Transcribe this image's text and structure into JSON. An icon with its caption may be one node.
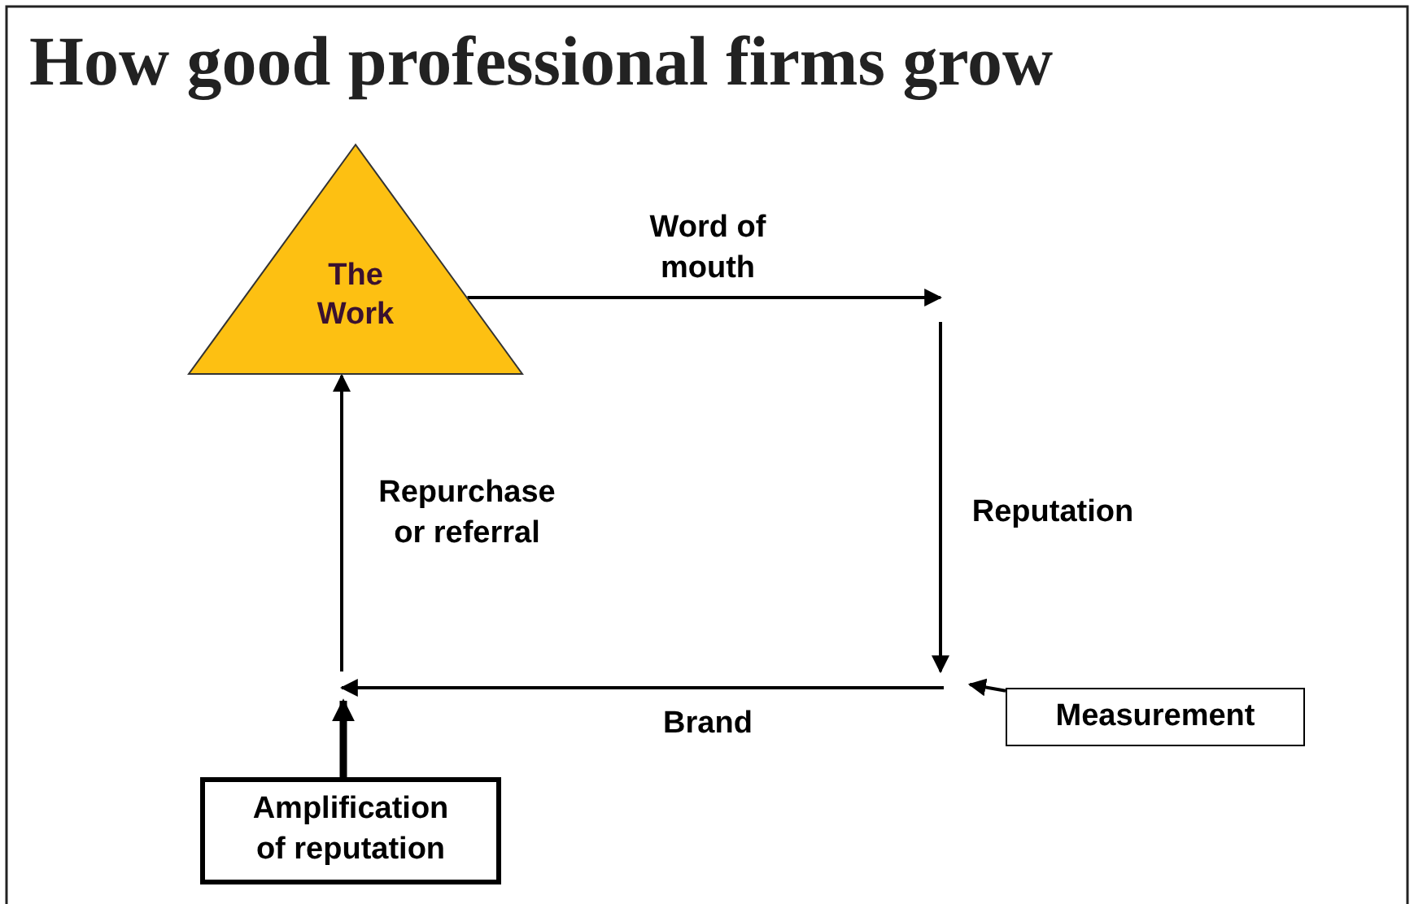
{
  "diagram": {
    "title": "How good professional firms grow",
    "nodes": [
      {
        "text": [
          "The Work"
        ]
      },
      {
        "text": [
          "Measurement"
        ]
      },
      {
        "text": [
          "Amplification of reputation"
        ]
      }
    ],
    "edges": [
      {
        "from": 0,
        "to": null,
        "arrow": "to",
        "label": "Word of mouth"
      },
      {
        "from": null,
        "to": 0,
        "arrow": "to",
        "label": "Repurchase or referral"
      },
      {
        "from": 1,
        "to": null,
        "arrow": "to"
      },
      {
        "from": 2,
        "to": null,
        "arrow": "to",
        "style": "thick"
      }
    ],
    "labels": [
      "Reputation",
      "Brand"
    ]
  }
}
